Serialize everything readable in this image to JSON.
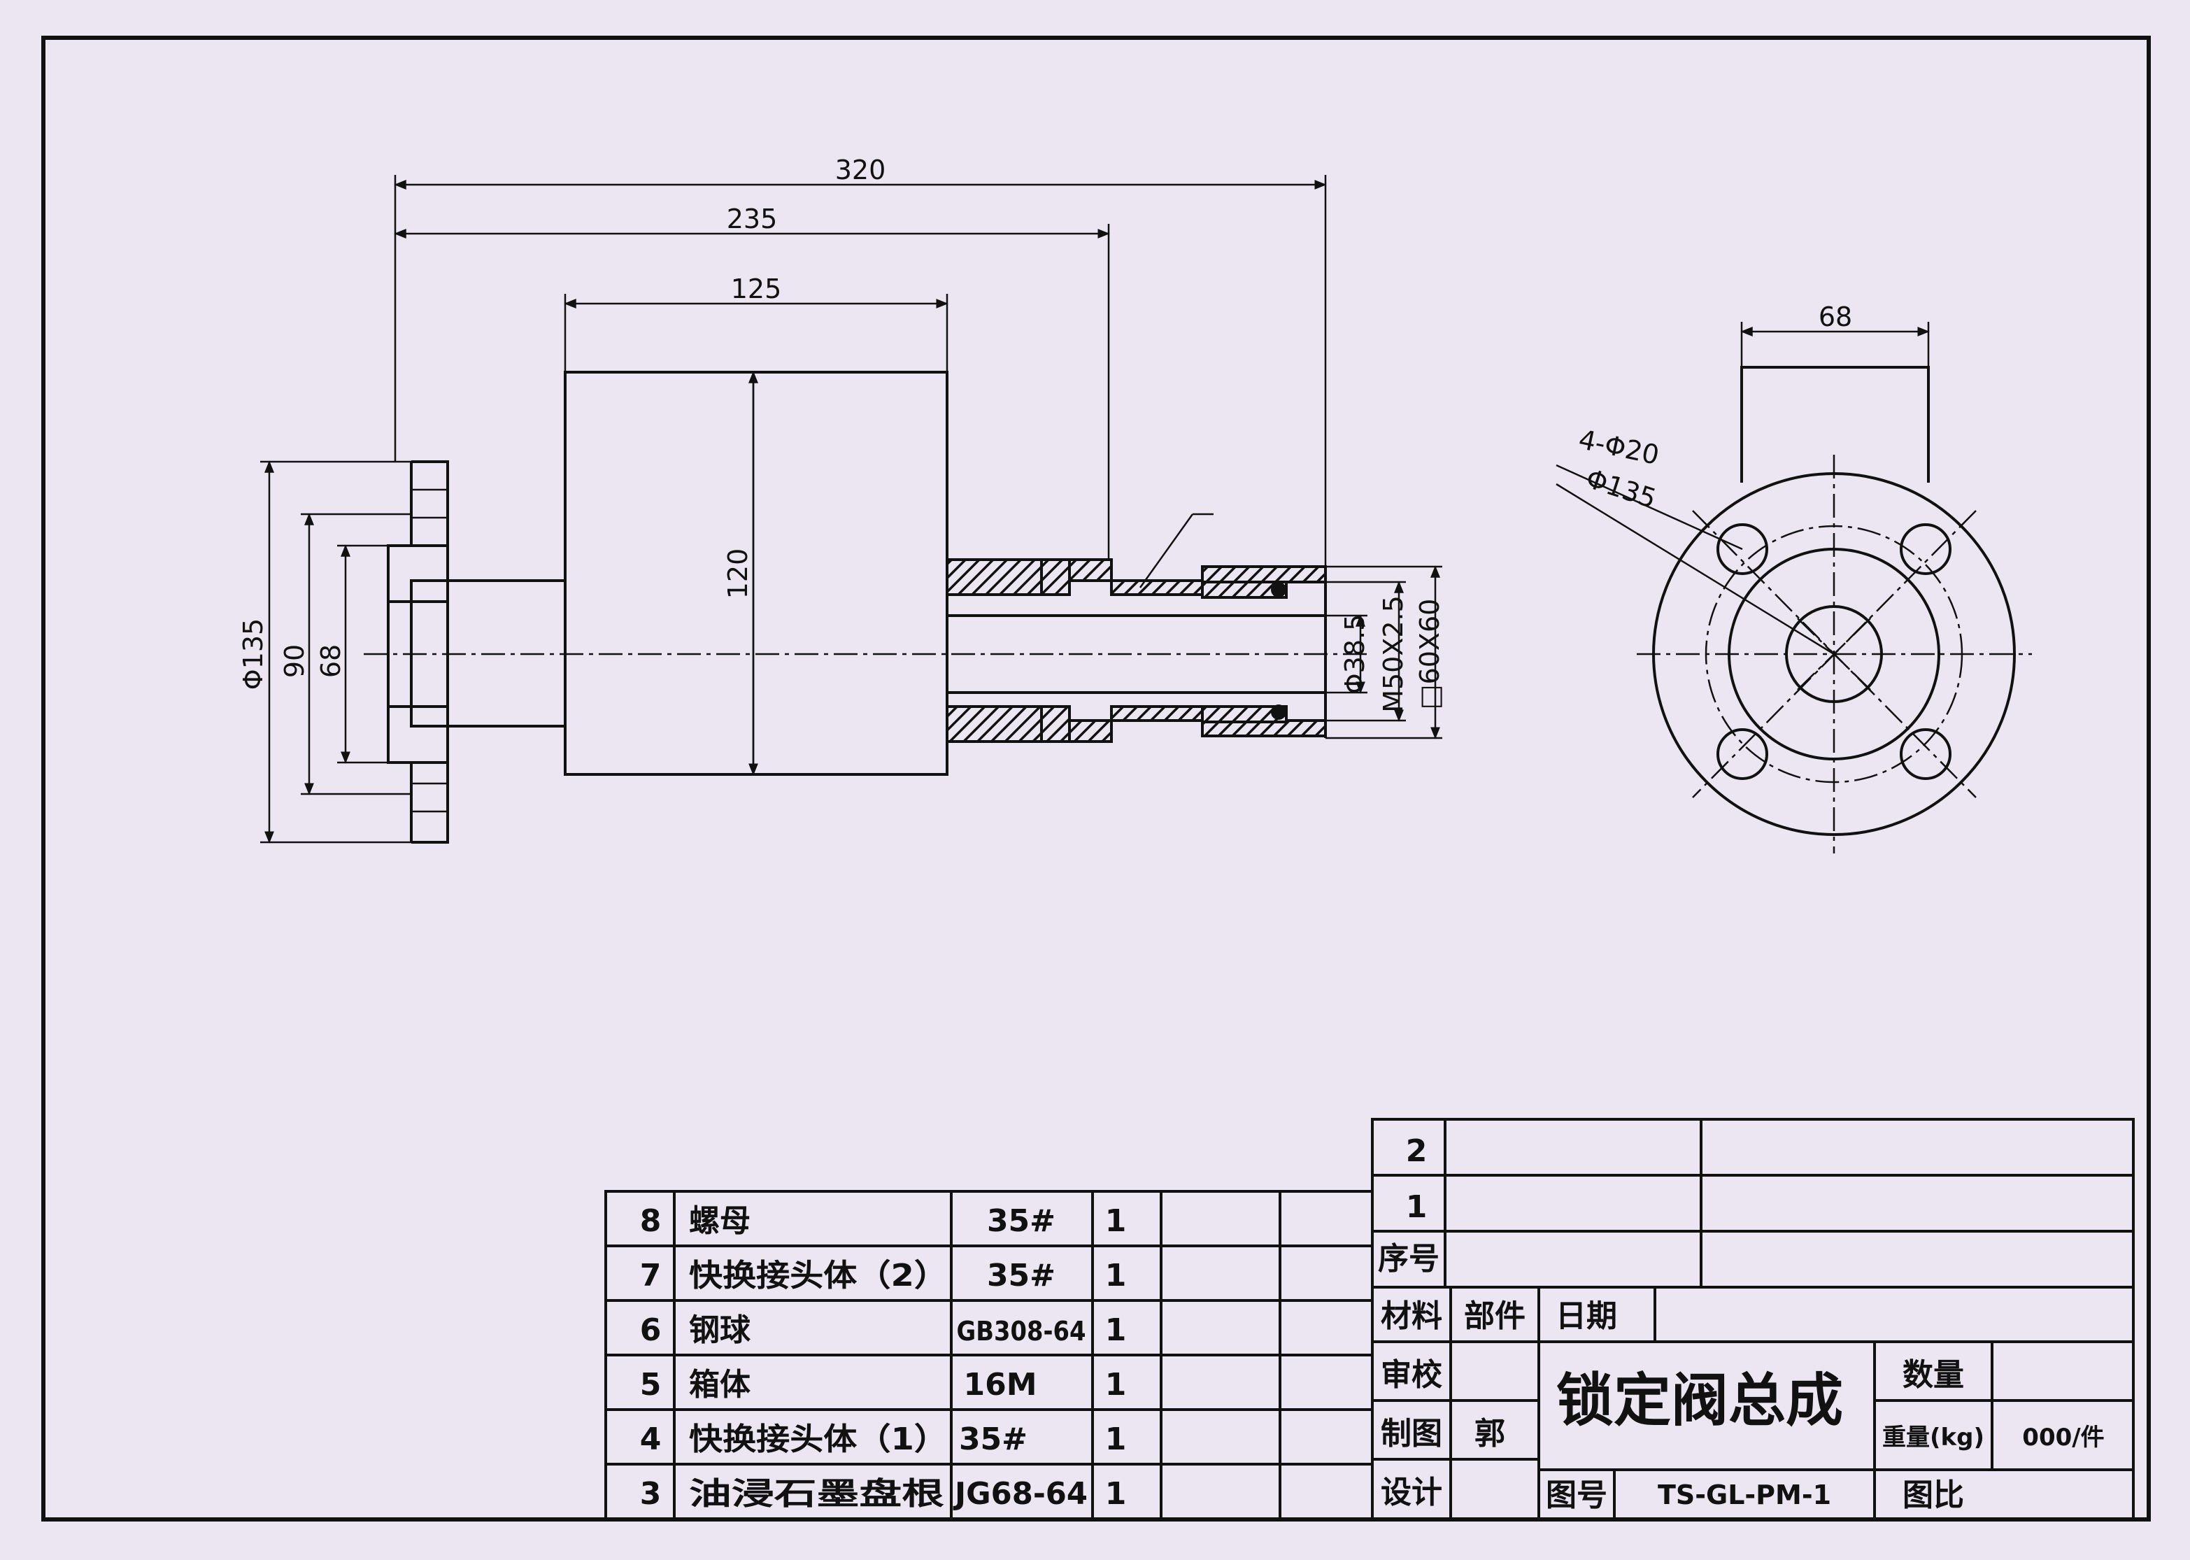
{
  "drawing": {
    "front_view": {
      "dims": {
        "overall_length": "320",
        "length_235": "235",
        "body_length": "125",
        "body_height": "120",
        "flange_dia": "Φ135",
        "bolt_circle": "90",
        "bore": "68",
        "outlet_bore": "Φ38.5",
        "thread": "M50X2.5",
        "hex": "□60X60"
      }
    },
    "side_view": {
      "dims": {
        "width": "68",
        "holes": "4-Φ20",
        "pcd": "Φ135"
      }
    }
  },
  "parts_list": {
    "rows": [
      {
        "no": "8",
        "name": "螺母",
        "material": "35#",
        "qty": "1"
      },
      {
        "no": "7",
        "name": "快换接头体（2）",
        "material": "35#",
        "qty": "1"
      },
      {
        "no": "6",
        "name": "钢球",
        "material": "GB308-64",
        "qty": "1"
      },
      {
        "no": "5",
        "name": "箱体",
        "material": "16M",
        "qty": "1"
      },
      {
        "no": "4",
        "name": "快换接头体（1）",
        "material": "35#",
        "qty": "1"
      },
      {
        "no": "3",
        "name": "油浸石墨盘根",
        "material": "JG68-64",
        "qty": "1"
      }
    ]
  },
  "title_block": {
    "rev_rows": [
      "2",
      "1"
    ],
    "seq_label": "序号",
    "material_label": "材料",
    "part_label": "部件",
    "date_label": "日期",
    "review_label": "审校",
    "draw_label": "制图",
    "drawer": "郭",
    "design_label": "设计",
    "title": "锁定阀总成",
    "qty_label": "数量",
    "weight_label": "重量(kg)",
    "weight_value": "000/件",
    "dwg_no_label": "图号",
    "dwg_no": "TS-GL-PM-1",
    "scale_label": "图比"
  }
}
